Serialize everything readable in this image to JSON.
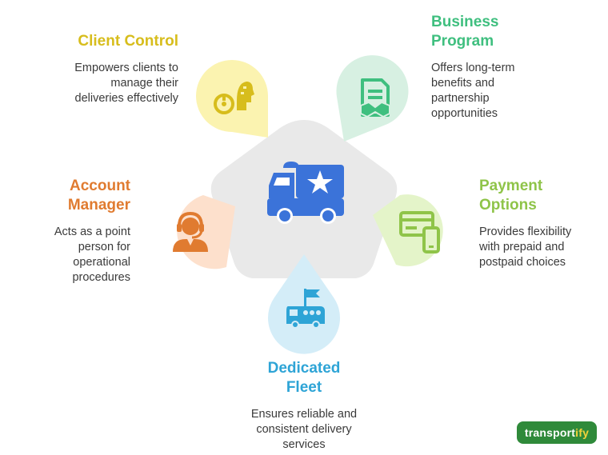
{
  "logo": {
    "text_main": "transport",
    "text_accent": "ify"
  },
  "items": {
    "client": {
      "title_line1": "Client Control",
      "desc_lines": [
        "Empowers clients to",
        "manage their",
        "deliveries effectively"
      ]
    },
    "business": {
      "title_line1": "Business",
      "title_line2": "Program",
      "desc_lines": [
        "Offers long-term",
        "benefits and",
        "partnership",
        "opportunities"
      ]
    },
    "payment": {
      "title_line1": "Payment",
      "title_line2": "Options",
      "desc_lines": [
        "Provides flexibility",
        "with prepaid and",
        "postpaid choices"
      ]
    },
    "account": {
      "title_line1": "Account",
      "title_line2": "Manager",
      "desc_lines": [
        "Acts as a point",
        "person for",
        "operational",
        "procedures"
      ]
    },
    "fleet": {
      "title_line1": "Dedicated",
      "title_line2": "Fleet",
      "desc_lines": [
        "Ensures reliable and",
        "consistent delivery",
        "services"
      ]
    }
  },
  "colors": {
    "client": "#d7bd1c",
    "business": "#3fbf7f",
    "payment": "#8fc449",
    "account": "#e07b30",
    "fleet": "#2ea4d6",
    "center": "#3b73d9"
  },
  "icons": {
    "center": "delivery-truck-star-icon",
    "client": "steering-wheel-head-icon",
    "business": "document-handshake-icon",
    "payment": "card-phone-icon",
    "account": "support-agent-icon",
    "fleet": "fleet-van-flag-icon"
  }
}
